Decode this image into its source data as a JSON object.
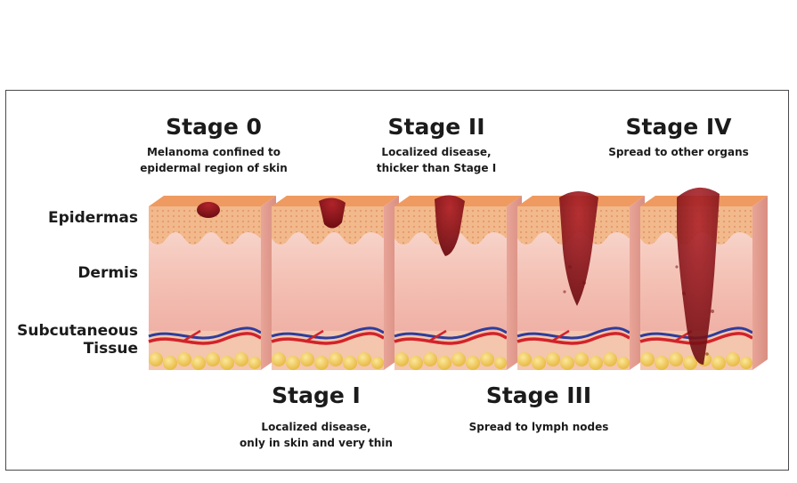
{
  "stages": [
    {
      "title": "Stage 0",
      "desc_lines": [
        "Melanoma confined to",
        "epidermal region of skin"
      ]
    },
    {
      "title": "Stage I",
      "desc_lines": [
        "Localized disease,",
        "only in skin and very thin"
      ]
    },
    {
      "title": "Stage II",
      "desc_lines": [
        "Localized disease,",
        "thicker than Stage I"
      ]
    },
    {
      "title": "Stage III",
      "desc_lines": [
        "Spread to lymph nodes"
      ]
    },
    {
      "title": "Stage IV",
      "desc_lines": [
        "Spread to other organs"
      ]
    }
  ],
  "layers": {
    "epidermis": "Epidermas",
    "dermis": "Dermis",
    "subcutaneous_line1": "Subcutaneous",
    "subcutaneous_line2": "Tissue"
  },
  "colors": {
    "epidermis_top": "#f0a06a",
    "epidermis": "#f2b989",
    "dermis": "#f6c9c1",
    "fat": "#f0cc5a",
    "artery": "#d2232a",
    "vein": "#2e3d9c",
    "tumor": "#8e1418",
    "text": "#1b1b1b"
  }
}
